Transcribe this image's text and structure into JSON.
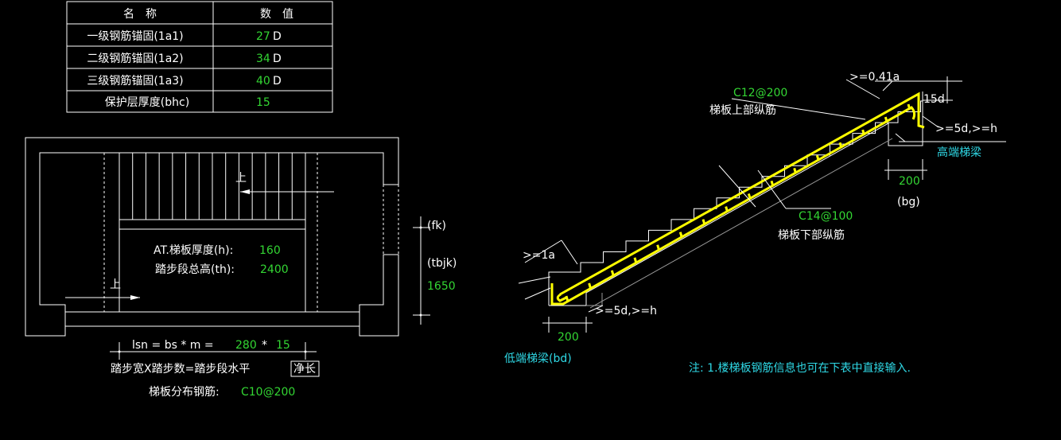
{
  "table": {
    "header_name": "名　称",
    "header_value": "数　值",
    "rows": [
      {
        "name": "一级钢筋锚固(1a1)",
        "value": "27",
        "unit": "D"
      },
      {
        "name": "二级钢筋锚固(1a2)",
        "value": "34",
        "unit": "D"
      },
      {
        "name": "三级钢筋锚固(1a3)",
        "value": "40",
        "unit": "D"
      },
      {
        "name": "保护层厚度(bhc)",
        "value": "15",
        "unit": ""
      }
    ]
  },
  "plan": {
    "up_label_top": "上",
    "up_label_bottom": "上",
    "thickness_label": "AT.梯板厚度(h):",
    "thickness_value": "160",
    "total_height_label": "踏步段总高(th):",
    "total_height_value": "2400",
    "fk_label": "(fk)",
    "tbjk_label": "(tbjk)",
    "tbjk_value": "1650",
    "lsn_formula": "lsn = bs * m =",
    "step_width_value": "280",
    "times": "*",
    "step_count_value": "15",
    "step_caption": "踏步宽X踏步数=踏步段水平",
    "step_caption_boxed": "净长",
    "distribution_label": "梯板分布钢筋:",
    "distribution_value": "C10@200"
  },
  "section": {
    "anchor_top": ">=0.41a",
    "top_bar_value": "C12@200",
    "top_bar_label": "梯板上部纵筋",
    "hook_15d": "15d",
    "high_end_embed": ">=5d,>=h",
    "high_beam_label": "高端梯梁",
    "high_beam_width": "200",
    "high_beam_code": "(bg)",
    "bottom_bar_value": "C14@100",
    "bottom_bar_label": "梯板下部纵筋",
    "anchor_low": ">=1a",
    "low_end_embed": ">=5d,>=h",
    "low_beam_width": "200",
    "low_beam_label": "低端梯梁(bd)",
    "note": "注: 1.楼梯板钢筋信息也可在下表中直接输入."
  },
  "colors": {
    "background": "#000000",
    "text_white": "#ffffff",
    "value_green": "#33d633",
    "label_cyan": "#2fd9e6",
    "rebar_yellow": "#ffff00"
  }
}
